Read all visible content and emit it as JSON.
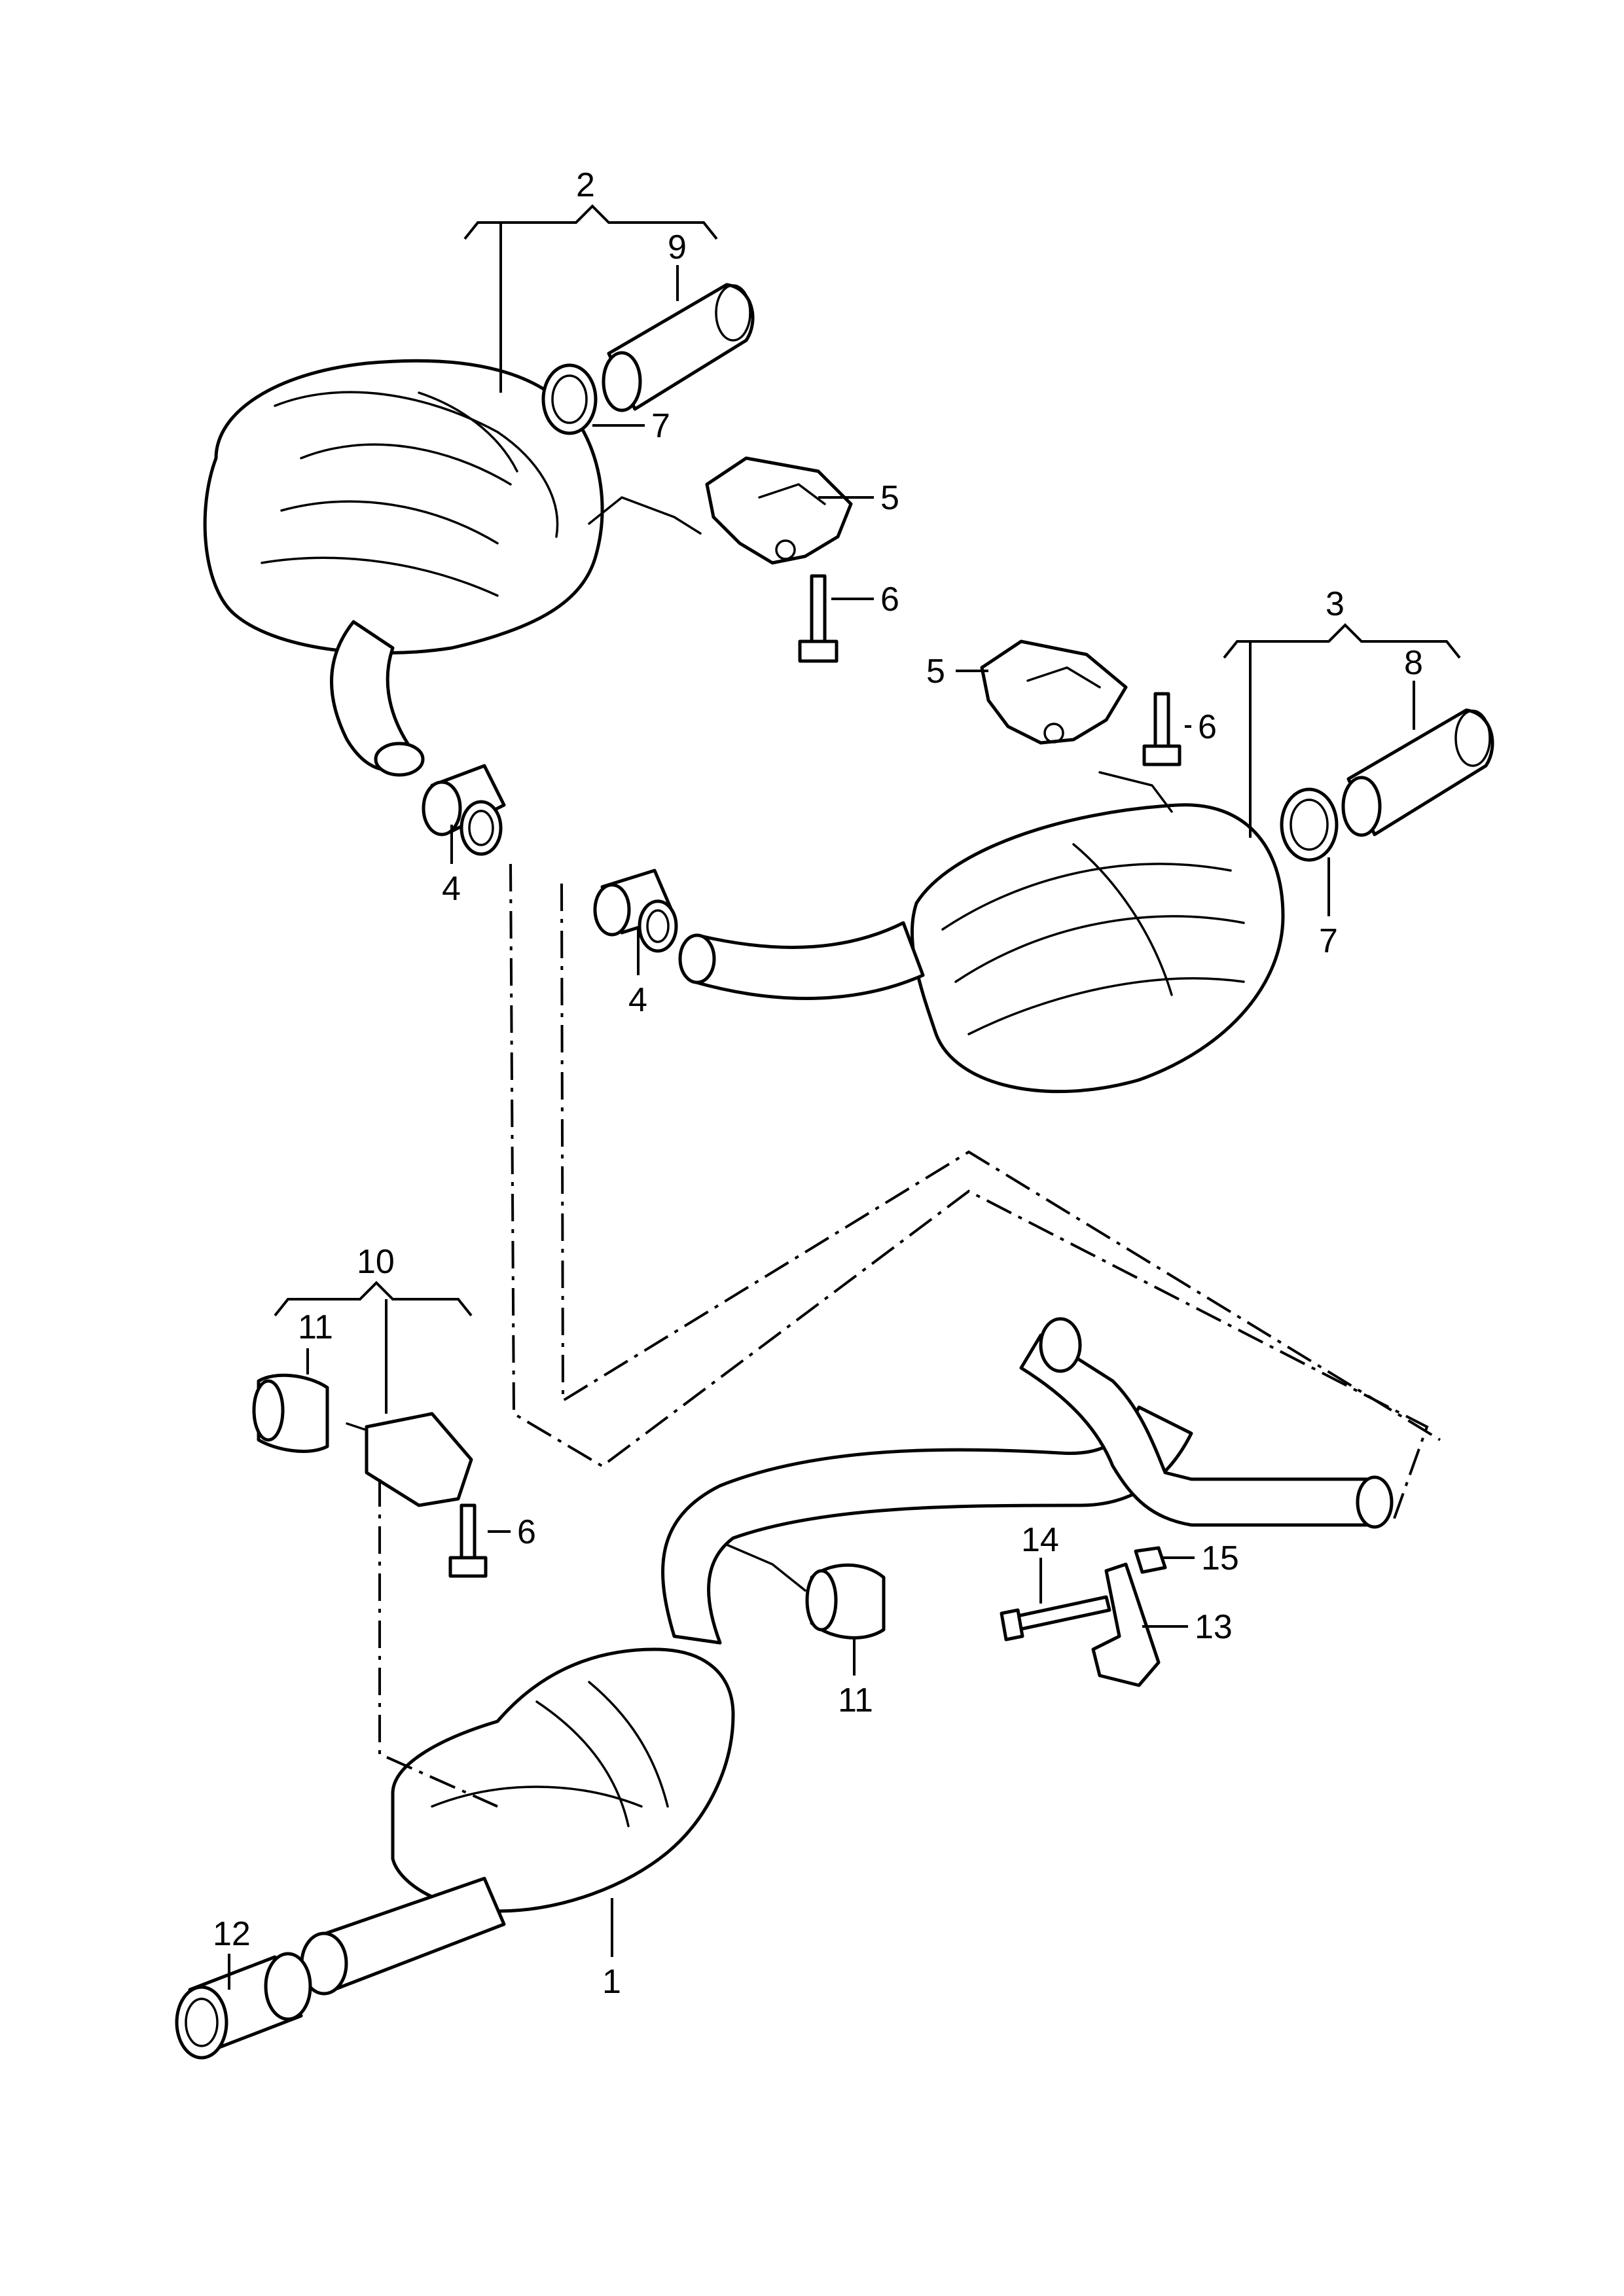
{
  "callouts": {
    "c1": "1",
    "c2": "2",
    "c3": "3",
    "c4a": "4",
    "c4b": "4",
    "c5a": "5",
    "c5b": "5",
    "c6a": "6",
    "c6b": "6",
    "c6c": "6",
    "c7a": "7",
    "c7b": "7",
    "c8": "8",
    "c9": "9",
    "c10": "10",
    "c11a": "11",
    "c11b": "11",
    "c12": "12",
    "c13": "13",
    "c14": "14",
    "c15": "15"
  }
}
